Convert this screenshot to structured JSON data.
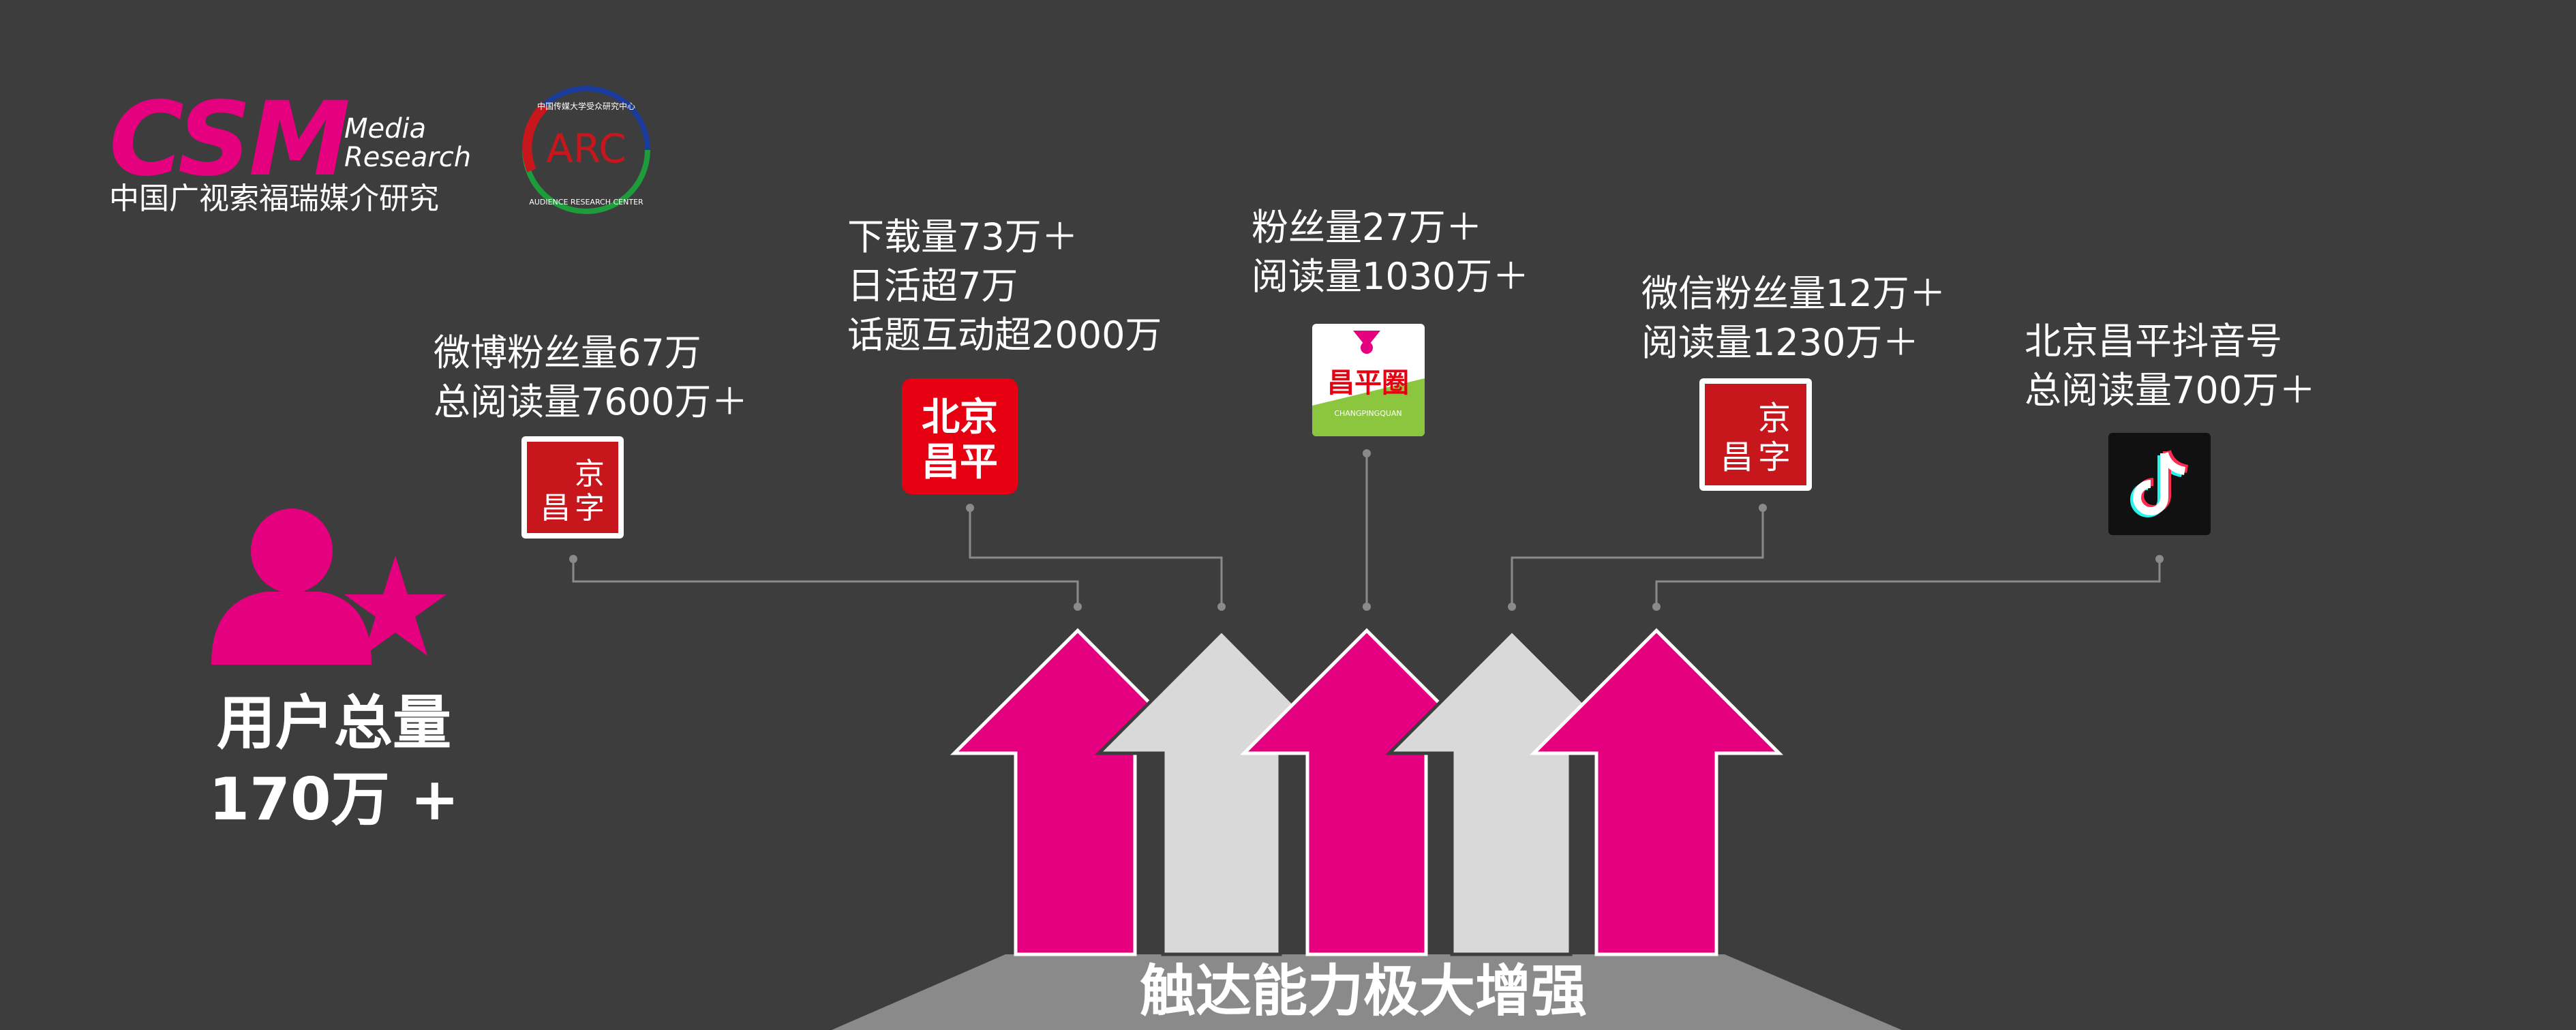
{
  "brand": {
    "csm_logo": "CSM",
    "media_line1": "Media",
    "media_line2": "Research",
    "chinese_name": "中国广视索福瑞媒介研究",
    "arc_logo_text": "ARC",
    "arc_ring_top": "中国传媒大学受众研究中心",
    "arc_ring_bottom": "AUDIENCE RESEARCH CENTER"
  },
  "user_total": {
    "line1": "用户总量",
    "line2": "170万 +"
  },
  "channels": [
    {
      "name": "weibo",
      "lines": [
        "微博粉丝量67万",
        "总阅读量7600万＋"
      ],
      "icon_text": [
        "京",
        "昌",
        "字"
      ]
    },
    {
      "name": "beijing-changping-app",
      "lines": [
        "下载量73万＋",
        "日活超7万",
        "话题互动超2000万"
      ],
      "icon_text": [
        "北京",
        "昌平"
      ]
    },
    {
      "name": "changping-quan",
      "lines": [
        "粉丝量27万＋",
        "阅读量1030万＋"
      ],
      "icon_text": [
        "昌平圈",
        "CHANGPINGQUAN"
      ]
    },
    {
      "name": "wechat",
      "lines": [
        "微信粉丝量12万＋",
        "阅读量1230万＋"
      ],
      "icon_text": [
        "京",
        "昌",
        "字"
      ]
    },
    {
      "name": "douyin",
      "lines": [
        "北京昌平抖音号",
        "总阅读量700万＋"
      ],
      "icon_text": []
    }
  ],
  "footer": {
    "label": "触达能力极大增强"
  },
  "colors": {
    "background": "#3d3d3d",
    "accent": "#e4007f",
    "arrow_light": "#d9d9d9",
    "stamp_red": "#c8161d",
    "connector": "#8a8a8a"
  }
}
